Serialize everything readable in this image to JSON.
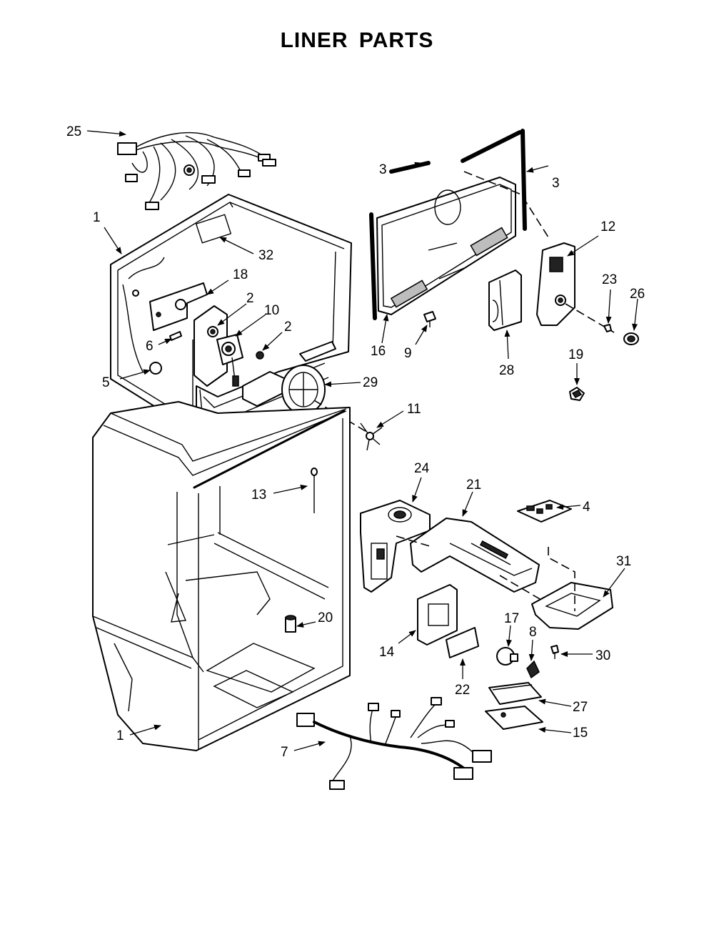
{
  "title": "LINER PARTS",
  "callouts": [
    {
      "id": "c25",
      "label": "25"
    },
    {
      "id": "c1a",
      "label": "1"
    },
    {
      "id": "c32",
      "label": "32"
    },
    {
      "id": "c18",
      "label": "18"
    },
    {
      "id": "c2a",
      "label": "2"
    },
    {
      "id": "c10",
      "label": "10"
    },
    {
      "id": "c2b",
      "label": "2"
    },
    {
      "id": "c6",
      "label": "6"
    },
    {
      "id": "c5",
      "label": "5"
    },
    {
      "id": "c29",
      "label": "29"
    },
    {
      "id": "c11",
      "label": "11"
    },
    {
      "id": "c13",
      "label": "13"
    },
    {
      "id": "c20",
      "label": "20"
    },
    {
      "id": "c1b",
      "label": "1"
    },
    {
      "id": "c7",
      "label": "7"
    },
    {
      "id": "c3a",
      "label": "3"
    },
    {
      "id": "c3b",
      "label": "3"
    },
    {
      "id": "c12",
      "label": "12"
    },
    {
      "id": "c23",
      "label": "23"
    },
    {
      "id": "c26",
      "label": "26"
    },
    {
      "id": "c16",
      "label": "16"
    },
    {
      "id": "c9",
      "label": "9"
    },
    {
      "id": "c28",
      "label": "28"
    },
    {
      "id": "c19",
      "label": "19"
    },
    {
      "id": "c24",
      "label": "24"
    },
    {
      "id": "c21",
      "label": "21"
    },
    {
      "id": "c4",
      "label": "4"
    },
    {
      "id": "c31",
      "label": "31"
    },
    {
      "id": "c14",
      "label": "14"
    },
    {
      "id": "c17",
      "label": "17"
    },
    {
      "id": "c8",
      "label": "8"
    },
    {
      "id": "c30",
      "label": "30"
    },
    {
      "id": "c22",
      "label": "22"
    },
    {
      "id": "c27",
      "label": "27"
    },
    {
      "id": "c15",
      "label": "15"
    }
  ]
}
